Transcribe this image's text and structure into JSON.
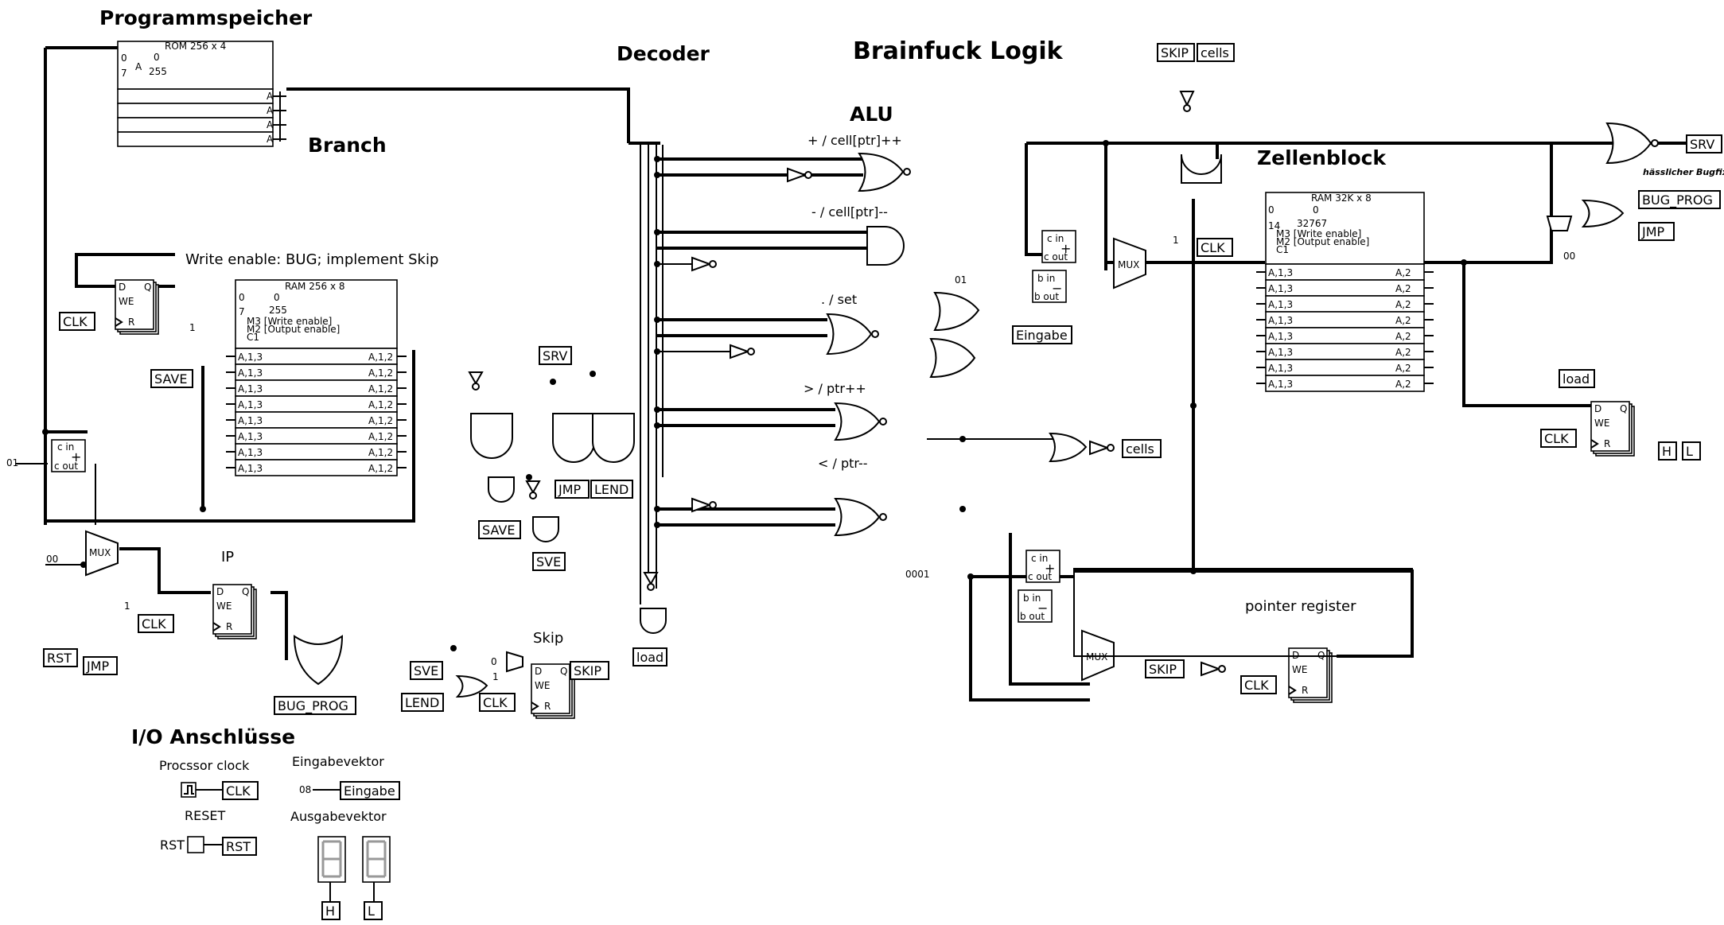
{
  "titles": {
    "main": "Brainfuck Logik",
    "programmspeicher": "Programmspeicher",
    "decoder": "Decoder",
    "alu": "ALU",
    "branch": "Branch",
    "zellenblock": "Zellenblock",
    "io": "I/O Anschlüsse",
    "ip": "IP",
    "skip": "Skip",
    "pointer_register": "pointer register",
    "write_enable_note": "Write enable: BUG; implement Skip",
    "bugfix_note": "hässlicher Bugfix"
  },
  "alu_ops": {
    "inc_cell": "+ / cell[ptr]++",
    "dec_cell": "- / cell[ptr]--",
    "set": ". / set",
    "ptr_inc": "> / ptr++",
    "ptr_dec": "< / ptr--"
  },
  "rom": {
    "name": "ROM 256 x 4",
    "addr_lo": "0",
    "addr_hi": "7",
    "range_lo": "0",
    "range_hi": "255",
    "a_label": "A",
    "out_label": "A"
  },
  "ram_branch": {
    "name": "RAM 256 x 8",
    "addr_lo": "0",
    "addr_hi": "7",
    "range_lo": "0",
    "range_hi": "255",
    "m3": "M3 [Write enable]",
    "m2": "M2 [Output enable]",
    "c1": "C1",
    "row_left": "A,1,3",
    "row_right": "A,1,2"
  },
  "ram_cells": {
    "name": "RAM 32K x 8",
    "addr_lo": "0",
    "addr_hi": "14",
    "range_lo": "0",
    "range_hi": "32767",
    "m3": "M3 [Write enable]",
    "m2": "M2 [Output enable]",
    "c1": "C1",
    "row_left": "A,1,3",
    "row_right": "A,2"
  },
  "labels": {
    "clk": "CLK",
    "save": "SAVE",
    "rst": "RST",
    "jmp": "JMP",
    "bug_prog": "BUG_PROG",
    "srv": "SRV",
    "lend": "LEND",
    "sve": "SVE",
    "load": "load",
    "skip": "SKIP",
    "cells": "cells",
    "eingabe": "Eingabe",
    "h": "H",
    "l": "L"
  },
  "constants": {
    "c01": "01",
    "c00": "00",
    "c0001": "0001",
    "c1": "1",
    "c08": "08",
    "c0": "0"
  },
  "blocks": {
    "mux": "MUX",
    "cin": "c in",
    "cout": "c out",
    "bin": "b in",
    "bout": "b out",
    "plus": "+",
    "minus": "−",
    "d": "D",
    "q": "Q",
    "we": "WE",
    "r": "R"
  },
  "io": {
    "processor_clock": "Procssor clock",
    "reset": "RESET",
    "eingabevektor": "Eingabevektor",
    "ausgabevektor": "Ausgabevektor",
    "clk": "CLK",
    "rst": "RST",
    "rst_button": "RST",
    "eingabe": "Eingabe",
    "c08": "08",
    "h": "H",
    "l": "L"
  }
}
